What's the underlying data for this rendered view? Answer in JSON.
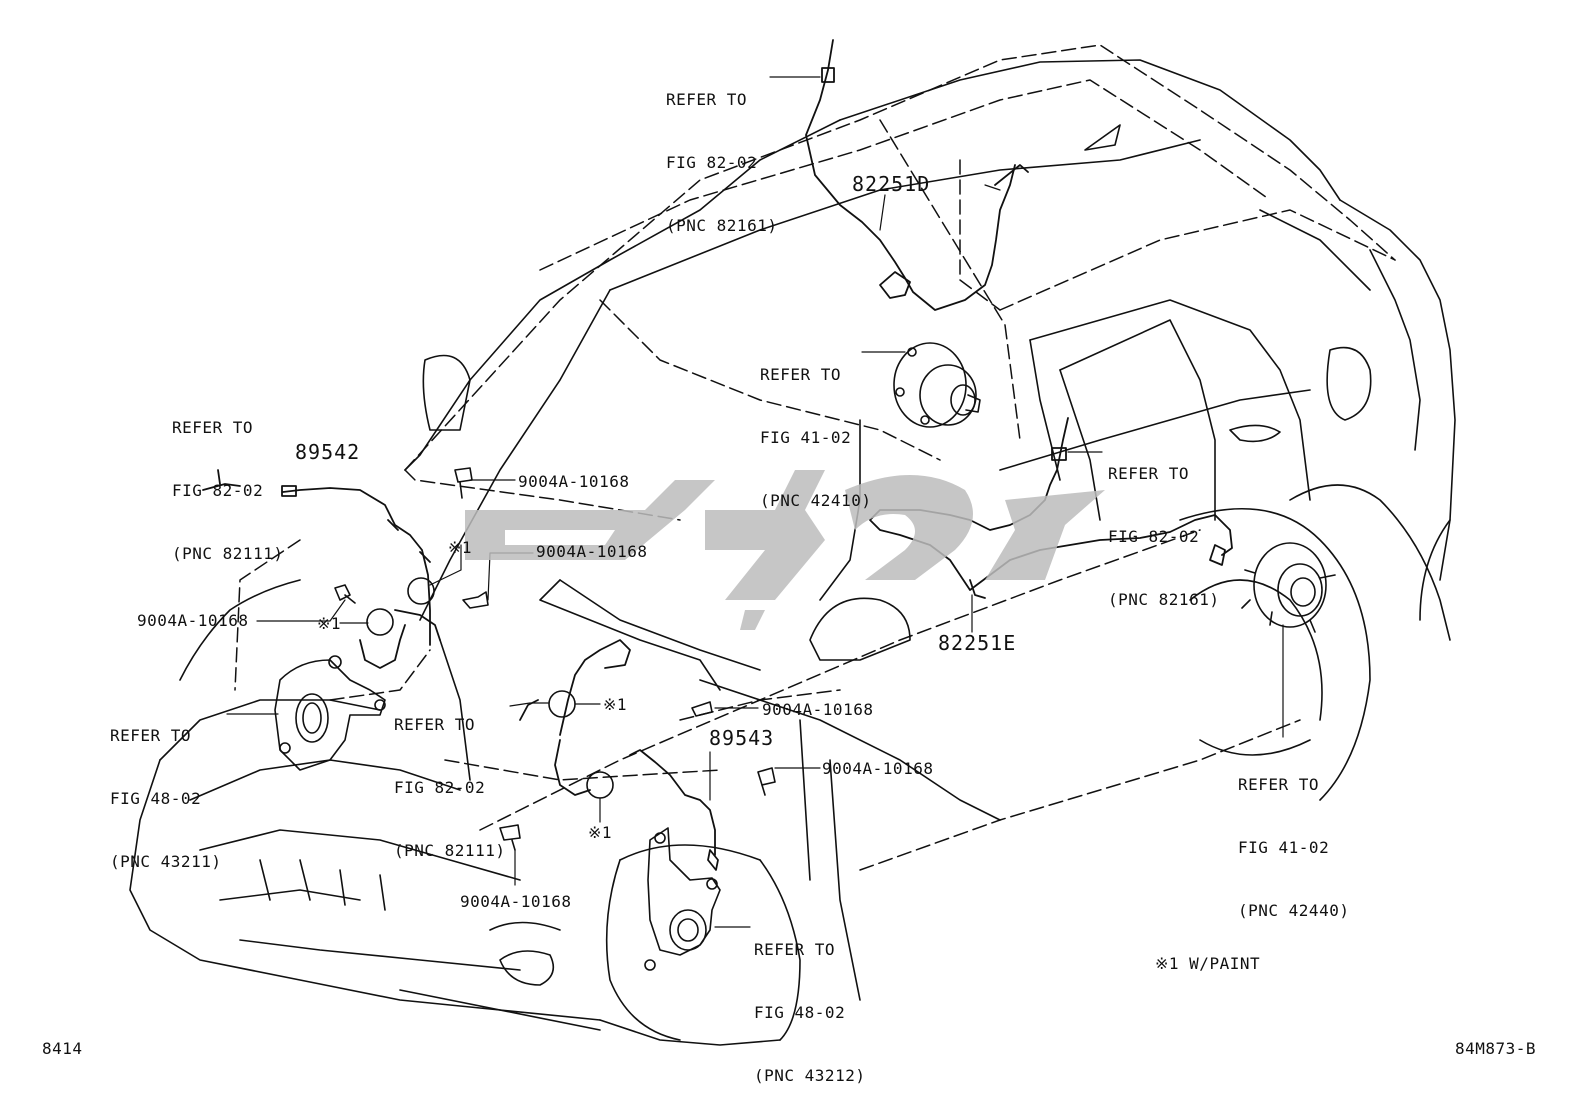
{
  "refs": {
    "ref_82161_top": {
      "l1": "REFER TO",
      "l2": "FIG 82-02",
      "l3": "(PNC 82161)"
    },
    "ref_82111_left": {
      "l1": "REFER TO",
      "l2": "FIG 82-02",
      "l3": "(PNC 82111)"
    },
    "ref_42410": {
      "l1": "REFER TO",
      "l2": "FIG 41-02",
      "l3": "(PNC 42410)"
    },
    "ref_82161_right": {
      "l1": "REFER TO",
      "l2": "FIG 82-02",
      "l3": "(PNC 82161)"
    },
    "ref_43211": {
      "l1": "REFER TO",
      "l2": "FIG 48-02",
      "l3": "(PNC 43211)"
    },
    "ref_82111_mid": {
      "l1": "REFER TO",
      "l2": "FIG 82-02",
      "l3": "(PNC 82111)"
    },
    "ref_42440": {
      "l1": "REFER TO",
      "l2": "FIG 41-02",
      "l3": "(PNC 42440)"
    },
    "ref_43212": {
      "l1": "REFER TO",
      "l2": "FIG 48-02",
      "l3": "(PNC 43212)"
    }
  },
  "parts": {
    "p82251d": "82251D",
    "p82251e": "82251E",
    "p89542": "89542",
    "p89543": "89543",
    "bolt": "9004A-10168"
  },
  "marks": {
    "paint_mark": "※1",
    "note": "※1 W/PAINT"
  },
  "footer": {
    "left_code": "8414",
    "right_code": "84M873-B"
  }
}
